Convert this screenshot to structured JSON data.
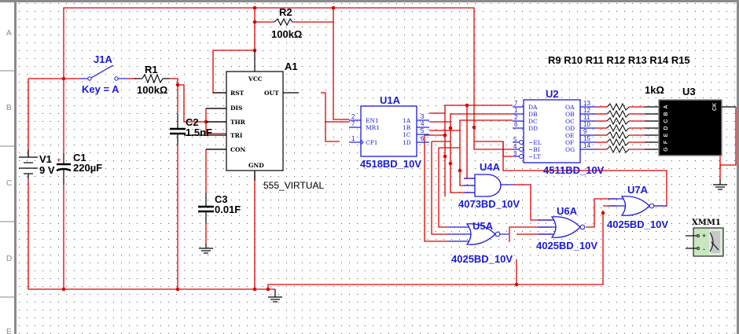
{
  "ruler": {
    "rows": [
      "A",
      "B",
      "C",
      "D",
      "E"
    ]
  },
  "components": {
    "v1": {
      "ref": "V1",
      "value": "9 V"
    },
    "c1": {
      "ref": "C1",
      "value": "220µF",
      "polarity": "+"
    },
    "j1a": {
      "ref": "J1A",
      "value": "Key = A"
    },
    "r1": {
      "ref": "R1",
      "value": "100kΩ"
    },
    "r2": {
      "ref": "R2",
      "value": "100kΩ"
    },
    "c2": {
      "ref": "C2",
      "value": "1.5nF"
    },
    "c3": {
      "ref": "C3",
      "value": "0.01F"
    },
    "a1": {
      "ref": "A1",
      "model": "555_VIRTUAL",
      "pins": [
        "VCC",
        "RST",
        "OUT",
        "DIS",
        "THR",
        "TRI",
        "CON",
        "GND"
      ]
    },
    "u1a": {
      "ref": "U1A",
      "model": "4518BD_10V",
      "left_pins": [
        {
          "num": "2",
          "name": "EN1"
        },
        {
          "num": "7",
          "name": "MR1"
        },
        {
          "num": "1",
          "name": "CP1"
        }
      ],
      "right_pins": [
        {
          "num": "3",
          "name": "1A"
        },
        {
          "num": "4",
          "name": "1B"
        },
        {
          "num": "5",
          "name": "1C"
        },
        {
          "num": "6",
          "name": "1D"
        }
      ]
    },
    "u2": {
      "ref": "U2",
      "model": "4511BD_10V",
      "left_pins": [
        {
          "num": "7",
          "name": "DA"
        },
        {
          "num": "1",
          "name": "DB"
        },
        {
          "num": "2",
          "name": "DC"
        },
        {
          "num": "6",
          "name": "DD"
        },
        {
          "num": "5",
          "name": "~EL"
        },
        {
          "num": "4",
          "name": "~BI"
        },
        {
          "num": "3",
          "name": "~LT"
        }
      ],
      "right_pins": [
        {
          "num": "13",
          "name": "OA"
        },
        {
          "num": "12",
          "name": "OB"
        },
        {
          "num": "11",
          "name": "OC"
        },
        {
          "num": "10",
          "name": "OD"
        },
        {
          "num": "9",
          "name": "OE"
        },
        {
          "num": "15",
          "name": "OF"
        },
        {
          "num": "14",
          "name": "OG"
        }
      ]
    },
    "resistors": {
      "refs": "R9 R10 R11 R12 R13 R14 R15",
      "value": "1kΩ"
    },
    "u3": {
      "ref": "U3",
      "pins": [
        "A",
        "B",
        "C",
        "D",
        "E",
        "F",
        "G"
      ],
      "ck": "CK"
    },
    "u4a": {
      "ref": "U4A",
      "model": "4073BD_10V"
    },
    "u5a": {
      "ref": "U5A",
      "model": "4025BD_10V"
    },
    "u6a": {
      "ref": "U6A",
      "model": "4025BD_10V"
    },
    "u7a": {
      "ref": "U7A",
      "model": "4025BD_10V"
    },
    "xmm1": {
      "ref": "XMM1",
      "plus": "+",
      "minus": "-"
    }
  },
  "colors": {
    "wire": "#e00000",
    "component_blue": "#1a1adb",
    "display_bg": "#000000",
    "meter_bg": "#c8e6c0"
  }
}
